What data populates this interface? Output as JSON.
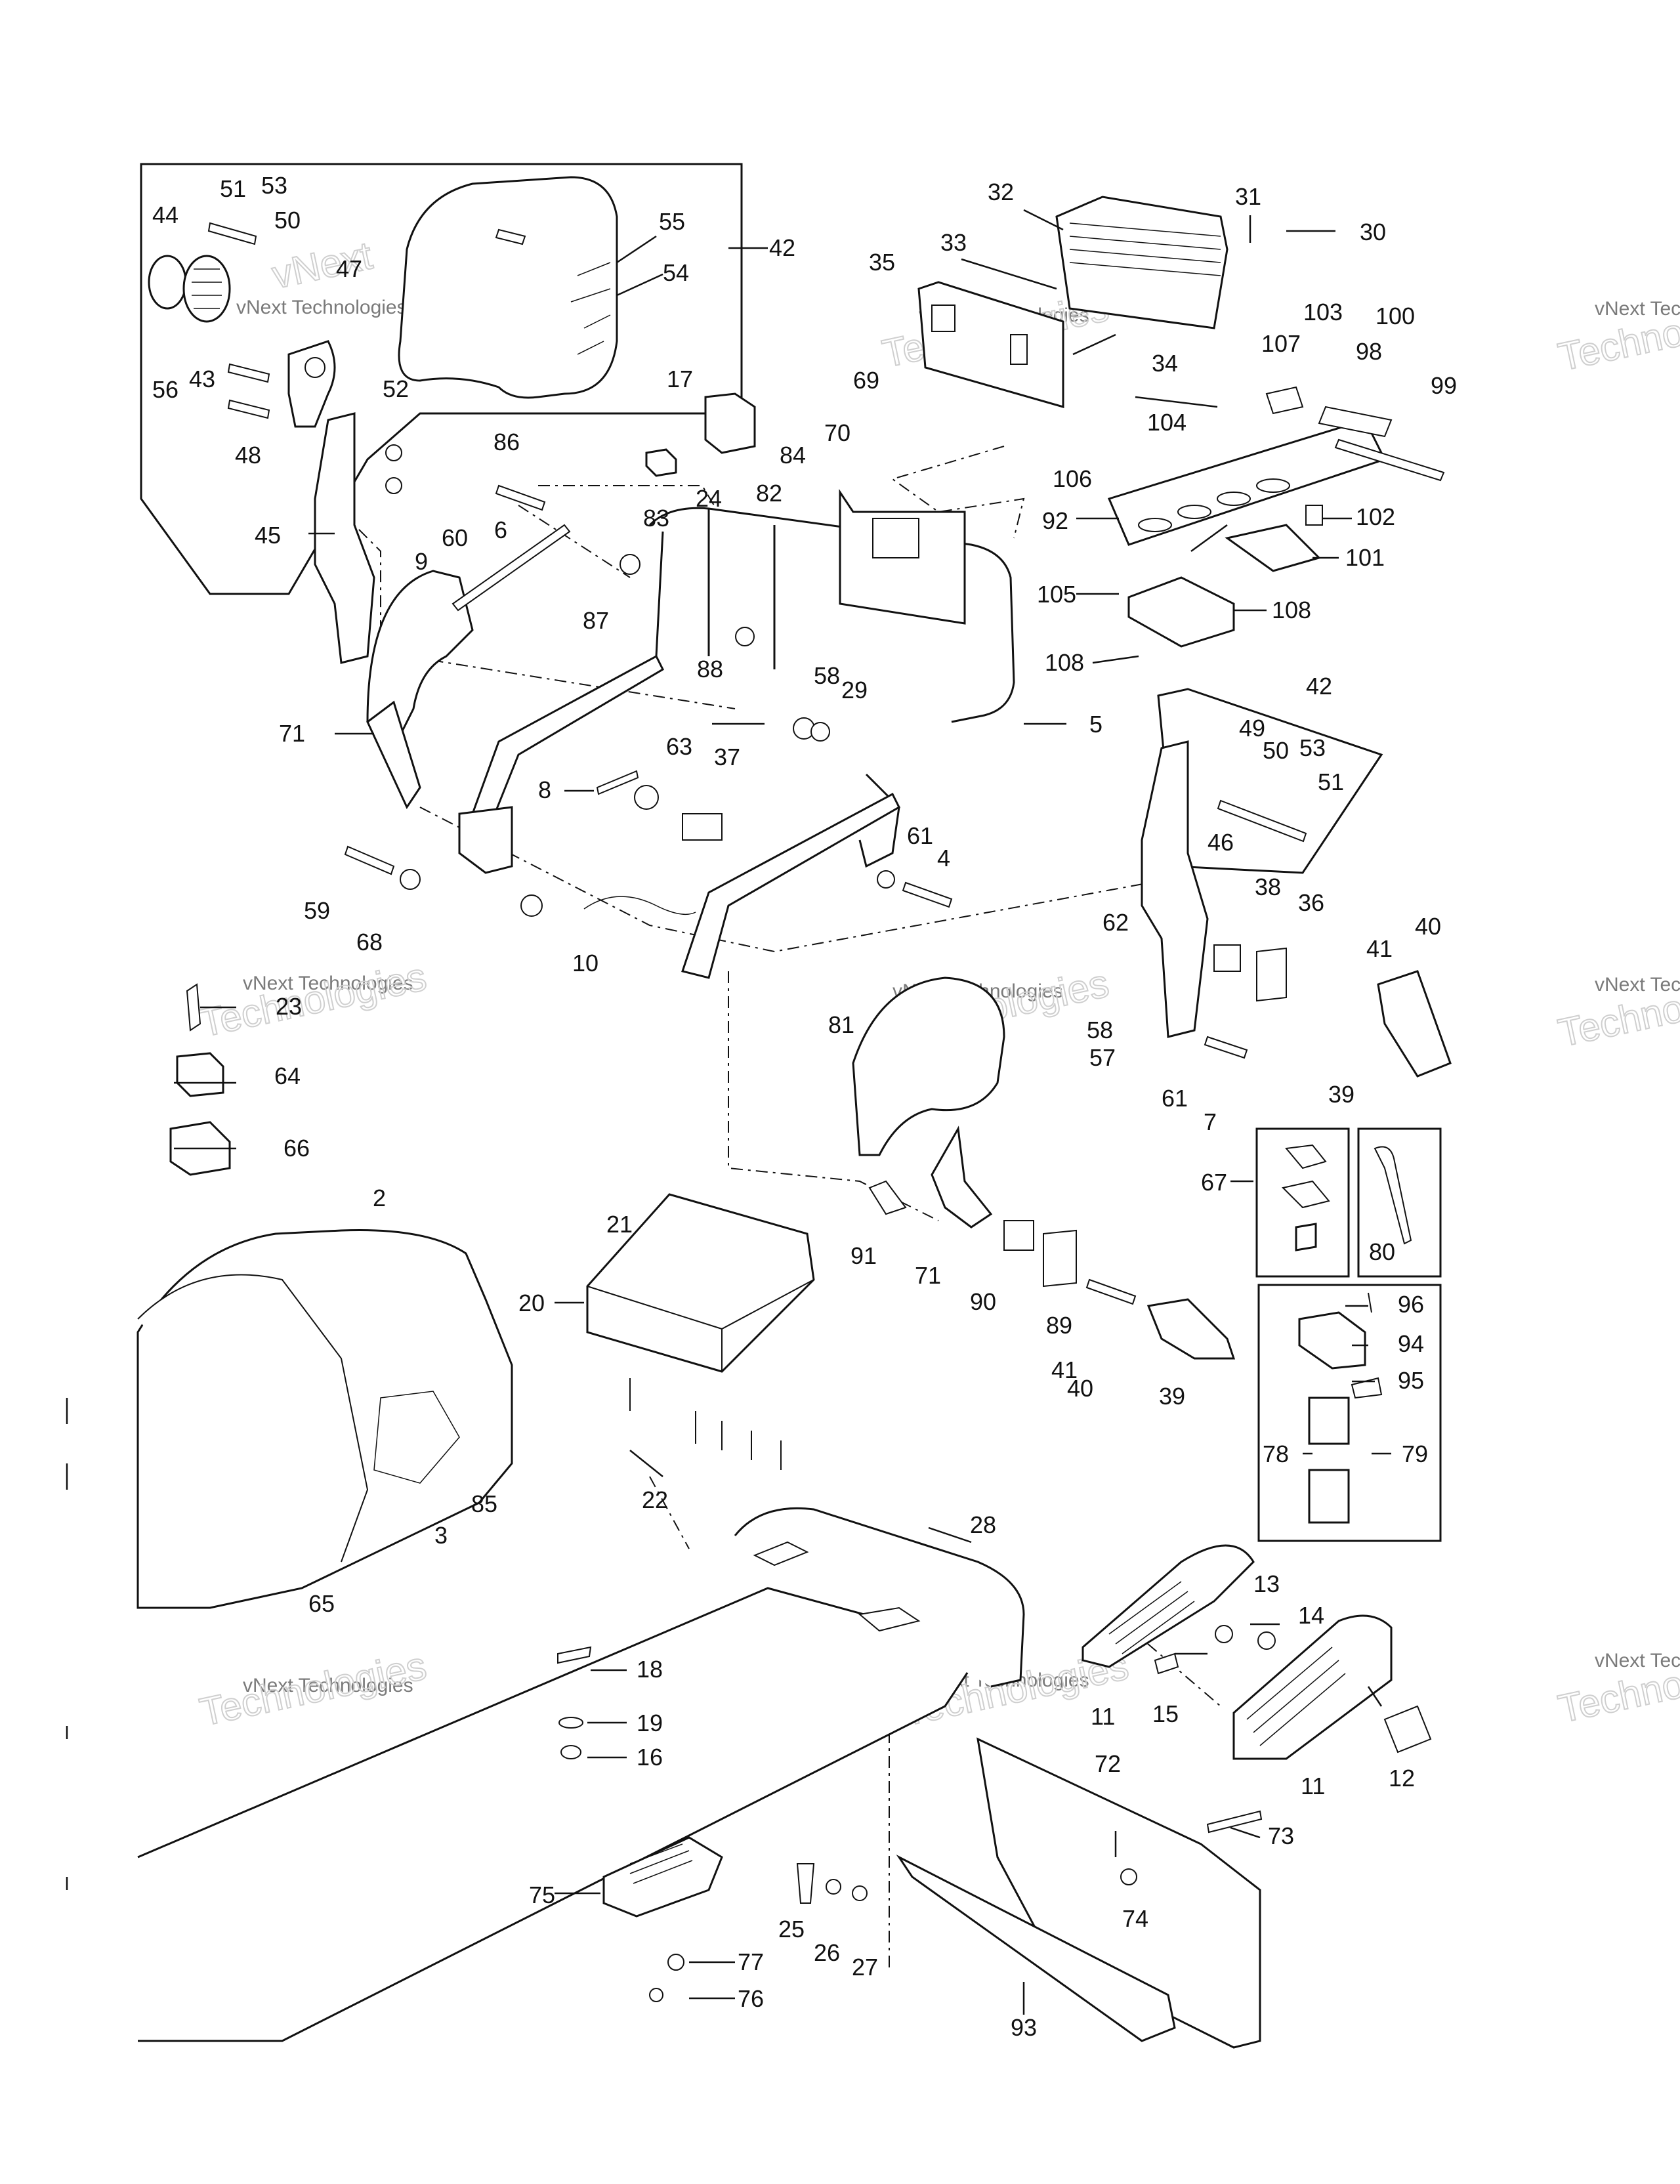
{
  "watermark": {
    "line1": "vNext Technologies",
    "line2": "Technologies",
    "line3": "vNext"
  },
  "callouts": [
    {
      "id": "51"
    },
    {
      "id": "53"
    },
    {
      "id": "50"
    },
    {
      "id": "44"
    },
    {
      "id": "47"
    },
    {
      "id": "55"
    },
    {
      "id": "54"
    },
    {
      "id": "42"
    },
    {
      "id": "56"
    },
    {
      "id": "43"
    },
    {
      "id": "48"
    },
    {
      "id": "52"
    },
    {
      "id": "45"
    },
    {
      "id": "86"
    },
    {
      "id": "6"
    },
    {
      "id": "60"
    },
    {
      "id": "9"
    },
    {
      "id": "87"
    },
    {
      "id": "71"
    },
    {
      "id": "32"
    },
    {
      "id": "31"
    },
    {
      "id": "30"
    },
    {
      "id": "33"
    },
    {
      "id": "35"
    },
    {
      "id": "34"
    },
    {
      "id": "17"
    },
    {
      "id": "69"
    },
    {
      "id": "70"
    },
    {
      "id": "84"
    },
    {
      "id": "24"
    },
    {
      "id": "82"
    },
    {
      "id": "83"
    },
    {
      "id": "88"
    },
    {
      "id": "103"
    },
    {
      "id": "100"
    },
    {
      "id": "107"
    },
    {
      "id": "98"
    },
    {
      "id": "99"
    },
    {
      "id": "104"
    },
    {
      "id": "106"
    },
    {
      "id": "92"
    },
    {
      "id": "102"
    },
    {
      "id": "101"
    },
    {
      "id": "105"
    },
    {
      "id": "108"
    },
    {
      "id": "5"
    },
    {
      "id": "58"
    },
    {
      "id": "29"
    },
    {
      "id": "63"
    },
    {
      "id": "37"
    },
    {
      "id": "8"
    },
    {
      "id": "59"
    },
    {
      "id": "68"
    },
    {
      "id": "10"
    },
    {
      "id": "61"
    },
    {
      "id": "4"
    },
    {
      "id": "49"
    },
    {
      "id": "46"
    },
    {
      "id": "62"
    },
    {
      "id": "38"
    },
    {
      "id": "36"
    },
    {
      "id": "40"
    },
    {
      "id": "41"
    },
    {
      "id": "57"
    },
    {
      "id": "7"
    },
    {
      "id": "39"
    },
    {
      "id": "23"
    },
    {
      "id": "64"
    },
    {
      "id": "66"
    },
    {
      "id": "81"
    },
    {
      "id": "67"
    },
    {
      "id": "80"
    },
    {
      "id": "2"
    },
    {
      "id": "21"
    },
    {
      "id": "20"
    },
    {
      "id": "91"
    },
    {
      "id": "90"
    },
    {
      "id": "89"
    },
    {
      "id": "96"
    },
    {
      "id": "94"
    },
    {
      "id": "95"
    },
    {
      "id": "78"
    },
    {
      "id": "79"
    },
    {
      "id": "22"
    },
    {
      "id": "3"
    },
    {
      "id": "85"
    },
    {
      "id": "65"
    },
    {
      "id": "28"
    },
    {
      "id": "13"
    },
    {
      "id": "14"
    },
    {
      "id": "18"
    },
    {
      "id": "19"
    },
    {
      "id": "16"
    },
    {
      "id": "11"
    },
    {
      "id": "15"
    },
    {
      "id": "12"
    },
    {
      "id": "72"
    },
    {
      "id": "73"
    },
    {
      "id": "75"
    },
    {
      "id": "25"
    },
    {
      "id": "26"
    },
    {
      "id": "27"
    },
    {
      "id": "74"
    },
    {
      "id": "77"
    },
    {
      "id": "76"
    },
    {
      "id": "93"
    }
  ]
}
